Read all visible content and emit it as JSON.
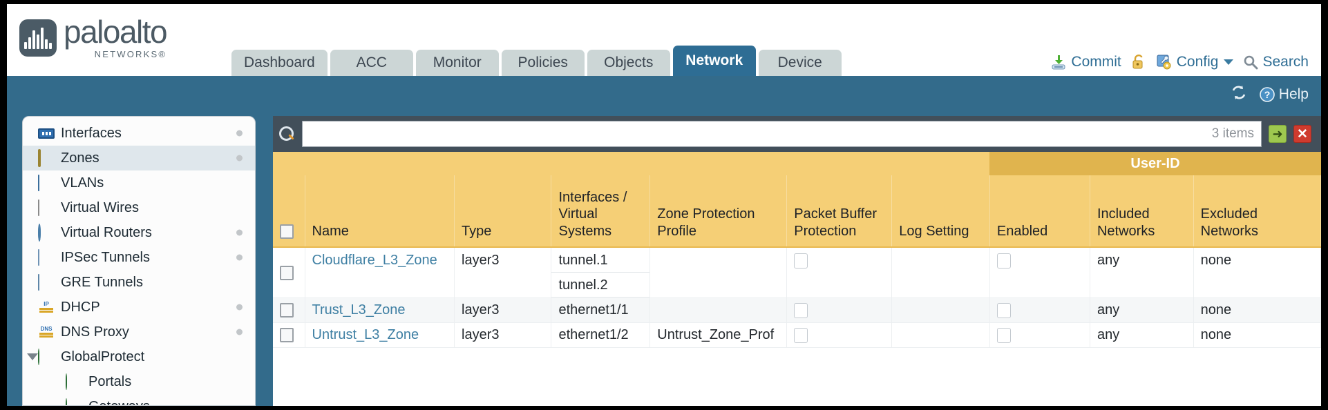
{
  "brand": {
    "name": "paloalto",
    "tagline": "NETWORKS®"
  },
  "nav": {
    "tabs": [
      {
        "label": "Dashboard",
        "active": false
      },
      {
        "label": "ACC",
        "active": false
      },
      {
        "label": "Monitor",
        "active": false
      },
      {
        "label": "Policies",
        "active": false
      },
      {
        "label": "Objects",
        "active": false
      },
      {
        "label": "Network",
        "active": true
      },
      {
        "label": "Device",
        "active": false
      }
    ],
    "actions": [
      {
        "label": "Commit",
        "icon": "commit-icon"
      },
      {
        "label": "",
        "icon": "unlock-padlock-icon"
      },
      {
        "label": "Config",
        "icon": "config-icon",
        "has_caret": true
      },
      {
        "label": "Search",
        "icon": "search-icon"
      }
    ]
  },
  "blueband": {
    "refresh_icon": "refresh-icon",
    "help_icon": "help-circle-icon",
    "help_label": "Help"
  },
  "sidebar": {
    "items": [
      {
        "label": "Interfaces",
        "icon": "interfaces-icon",
        "selected": false,
        "dot": true,
        "child": false,
        "expander": ""
      },
      {
        "label": "Zones",
        "icon": "zones-icon",
        "selected": true,
        "dot": true,
        "child": false,
        "expander": ""
      },
      {
        "label": "VLANs",
        "icon": "vlans-icon",
        "selected": false,
        "dot": false,
        "child": false,
        "expander": ""
      },
      {
        "label": "Virtual Wires",
        "icon": "virtual-wires-icon",
        "selected": false,
        "dot": false,
        "child": false,
        "expander": ""
      },
      {
        "label": "Virtual Routers",
        "icon": "virtual-routers-icon",
        "selected": false,
        "dot": true,
        "child": false,
        "expander": ""
      },
      {
        "label": "IPSec Tunnels",
        "icon": "ipsec-tunnels-icon",
        "selected": false,
        "dot": true,
        "child": false,
        "expander": ""
      },
      {
        "label": "GRE Tunnels",
        "icon": "gre-tunnels-icon",
        "selected": false,
        "dot": false,
        "child": false,
        "expander": ""
      },
      {
        "label": "DHCP",
        "icon": "dhcp-icon",
        "selected": false,
        "dot": true,
        "child": false,
        "expander": ""
      },
      {
        "label": "DNS Proxy",
        "icon": "dns-proxy-icon",
        "selected": false,
        "dot": true,
        "child": false,
        "expander": ""
      },
      {
        "label": "GlobalProtect",
        "icon": "globalprotect-icon",
        "selected": false,
        "dot": false,
        "child": false,
        "expander": "expanded"
      },
      {
        "label": "Portals",
        "icon": "portals-icon",
        "selected": false,
        "dot": false,
        "child": true,
        "expander": ""
      },
      {
        "label": "Gateways",
        "icon": "gateways-icon",
        "selected": false,
        "dot": false,
        "child": true,
        "expander": ""
      }
    ]
  },
  "search": {
    "value": "",
    "placeholder": "",
    "items_count": "3 items",
    "apply_icon": "green-arrow-icon",
    "clear_icon": "red-x-icon"
  },
  "table": {
    "group_header": "User-ID",
    "columns": [
      "Name",
      "Type",
      "Interfaces / Virtual Systems",
      "Zone Protection Profile",
      "Packet Buffer Protection",
      "Log Setting",
      "Enabled",
      "Included Networks",
      "Excluded Networks"
    ],
    "rows": [
      {
        "name": "Cloudflare_L3_Zone",
        "type": "layer3",
        "interfaces": [
          "tunnel.1",
          "tunnel.2"
        ],
        "zone_protection_profile": "",
        "packet_buffer_protection": false,
        "log_setting": "",
        "userid_enabled": false,
        "included_networks": "any",
        "excluded_networks": "none"
      },
      {
        "name": "Trust_L3_Zone",
        "type": "layer3",
        "interfaces": [
          "ethernet1/1"
        ],
        "zone_protection_profile": "",
        "packet_buffer_protection": false,
        "log_setting": "",
        "userid_enabled": false,
        "included_networks": "any",
        "excluded_networks": "none"
      },
      {
        "name": "Untrust_L3_Zone",
        "type": "layer3",
        "interfaces": [
          "ethernet1/2"
        ],
        "zone_protection_profile": "Untrust_Zone_Prof",
        "packet_buffer_protection": false,
        "log_setting": "",
        "userid_enabled": false,
        "included_networks": "any",
        "excluded_networks": "none"
      }
    ]
  },
  "colors": {
    "header_amber": "#f5cf76",
    "group_amber": "#e0b44e",
    "active_tab": "#2e6d94",
    "blue_band": "#336b8b",
    "search_bar": "#424f5a",
    "link": "#3e7fa3"
  }
}
